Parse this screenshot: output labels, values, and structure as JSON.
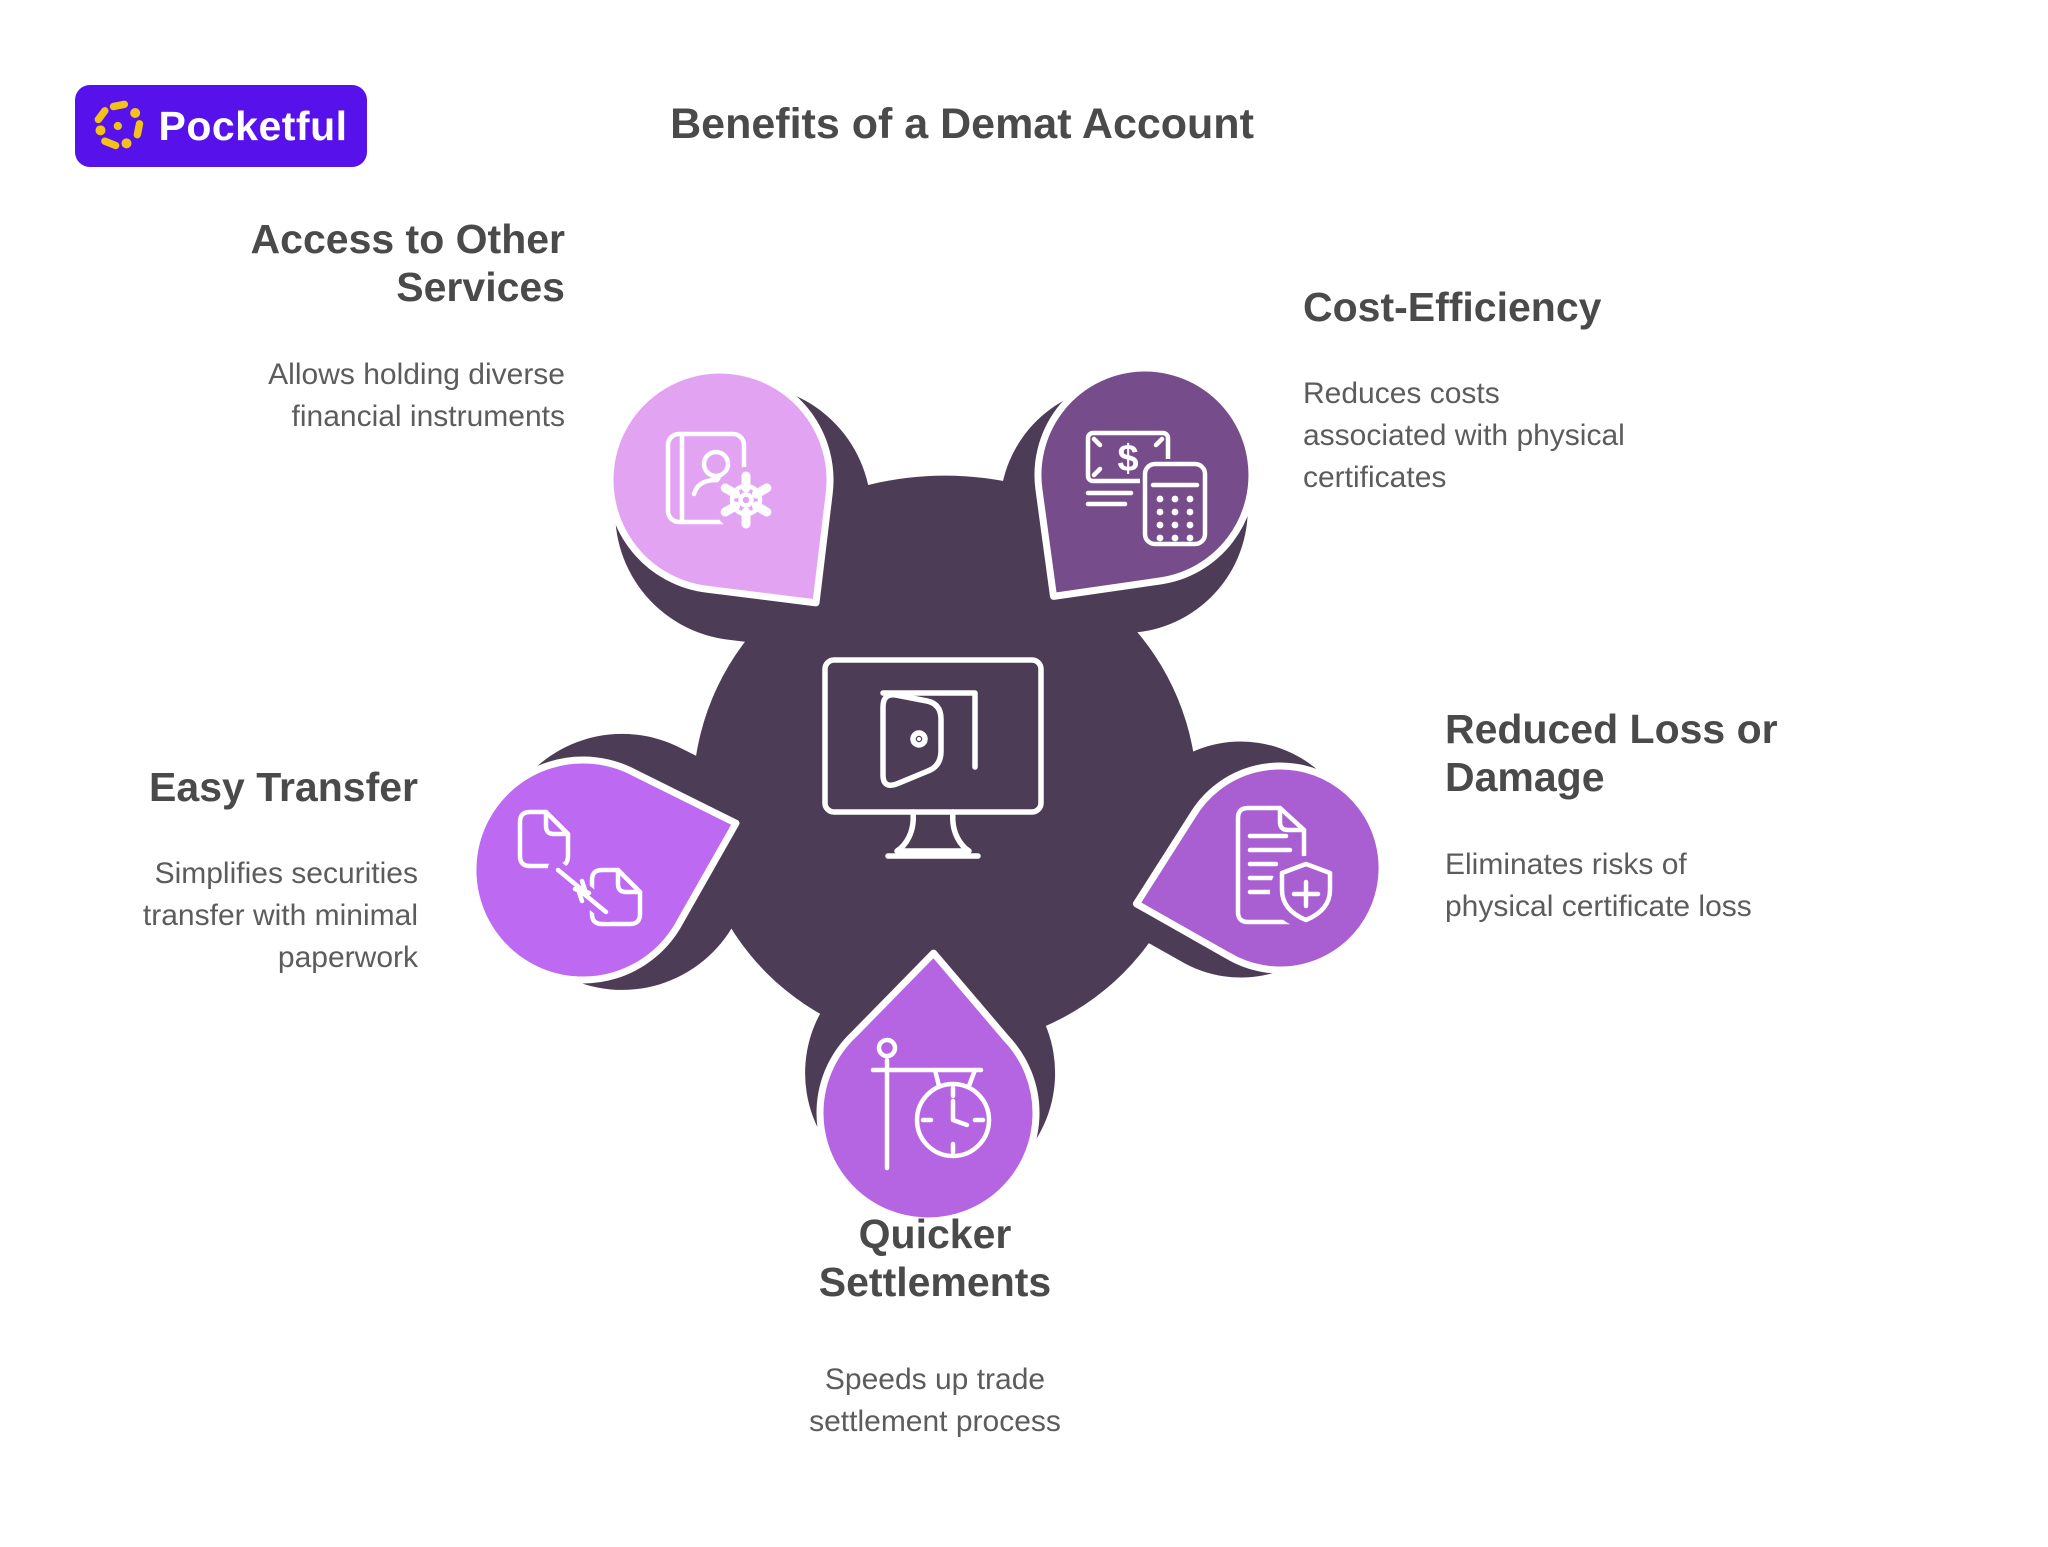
{
  "brand": {
    "name": "Pocketful",
    "background": "#5711EA",
    "icon": "starburst-logo-icon",
    "icon_color": "#F2C21B"
  },
  "title": "Benefits of a Demat Account",
  "center": {
    "icon": "demat-monitor-door-icon",
    "color": "#4D3C55"
  },
  "benefits": [
    {
      "id": "access-to-other-services",
      "title": "Access to Other\nServices",
      "description": "Allows holding diverse\nfinancial instruments",
      "icon": "contact-book-gear-icon",
      "color": "#E2A4F2",
      "position": "top-left"
    },
    {
      "id": "cost-efficiency",
      "title": "Cost-Efficiency",
      "description": "Reduces costs\nassociated with physical\ncertificates",
      "icon": "banknote-calculator-icon",
      "color": "#774C8B",
      "currency_symbol": "$",
      "position": "top-right"
    },
    {
      "id": "reduced-loss-or-damage",
      "title": "Reduced Loss or\nDamage",
      "description": "Eliminates risks of\nphysical certificate loss",
      "icon": "document-shield-plus-icon",
      "color": "#A95ED1",
      "position": "right"
    },
    {
      "id": "quicker-settlements",
      "title": "Quicker\nSettlements",
      "description": "Speeds up trade\nsettlement process",
      "icon": "hanging-clock-icon",
      "color": "#B564E2",
      "position": "bottom"
    },
    {
      "id": "easy-transfer",
      "title": "Easy Transfer",
      "description": "Simplifies securities\ntransfer with minimal\npaperwork",
      "icon": "transfer-documents-icon",
      "color": "#BD69F2",
      "position": "left"
    }
  ]
}
